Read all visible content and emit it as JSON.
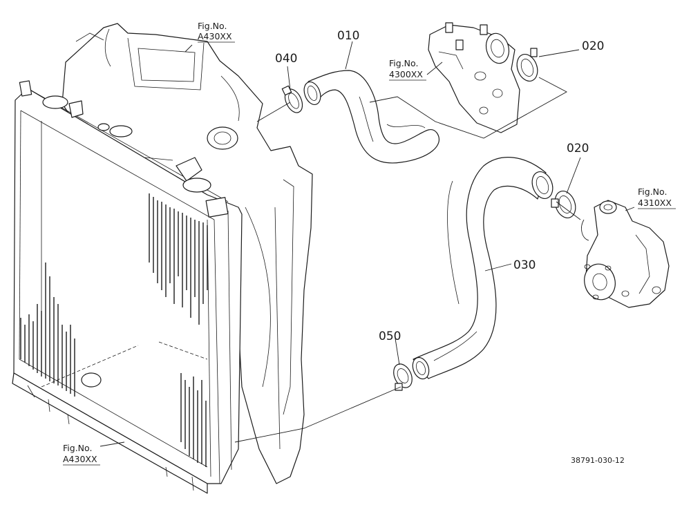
{
  "labels": {
    "ref_010": "010",
    "ref_020_upper": "020",
    "ref_020_lower": "020",
    "ref_030": "030",
    "ref_040": "040",
    "ref_050": "050",
    "fig_top_left_line1": "Fig.No.",
    "fig_top_left_line2": "A430XX",
    "fig_top_middle_line1": "Fig.No.",
    "fig_top_middle_line2": "4300XX",
    "fig_right_line1": "Fig.No.",
    "fig_right_line2": "4310XX",
    "fig_bottom_left_line1": "Fig.No.",
    "fig_bottom_left_line2": "A430XX",
    "drawing_code": "38791-030-12"
  }
}
